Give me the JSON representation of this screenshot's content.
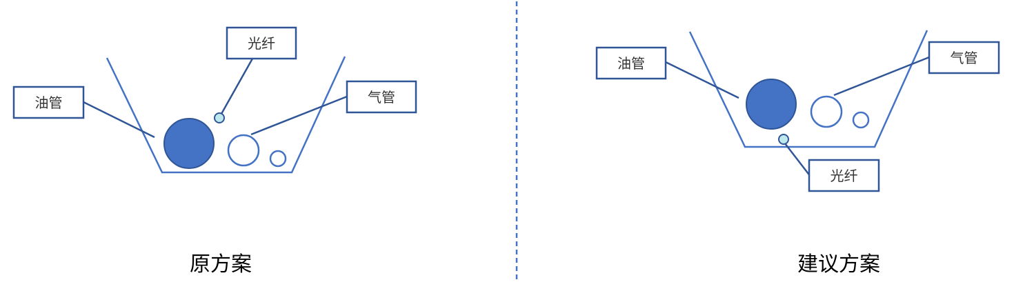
{
  "colors": {
    "stroke": "#4472c4",
    "box_stroke": "#2f5597",
    "oil_pipe_fill": "#4472c4",
    "oil_pipe_stroke": "#2f5597",
    "fiber_fill": "#bfe8ec",
    "fiber_stroke": "#2f5597",
    "divider": "#4472c4",
    "text": "#333333"
  },
  "left_panel": {
    "caption": "原方案",
    "labels": {
      "oil_pipe": "油管",
      "fiber": "光纤",
      "gas_pipe": "气管"
    }
  },
  "right_panel": {
    "caption": "建议方案",
    "labels": {
      "oil_pipe": "油管",
      "fiber": "光纤",
      "gas_pipe": "气管"
    }
  }
}
